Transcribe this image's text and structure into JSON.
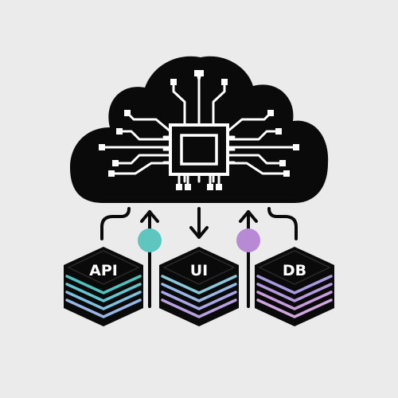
{
  "colors": {
    "background": "#ebebeb",
    "ink": "#0a0a0a",
    "teal": "#5ec6be",
    "purple": "#b88ad6",
    "label": "#ffffff"
  },
  "cloud": {
    "icon": "cloud-with-processor-chip-icon"
  },
  "stacks": [
    {
      "id": "api",
      "label": "API",
      "stripe_colors": [
        "#4fc3c0",
        "#63c5cf",
        "#7fbfe0",
        "#98b6e6"
      ]
    },
    {
      "id": "ui",
      "label": "UI",
      "stripe_colors": [
        "#8ac7d9",
        "#98b8e6",
        "#a9a7e6",
        "#b9a0e2"
      ]
    },
    {
      "id": "db",
      "label": "DB",
      "stripe_colors": [
        "#a99bdf",
        "#b69ae0",
        "#c79bdc",
        "#d0a6de"
      ]
    }
  ],
  "connectors": [
    {
      "id": "left-curve",
      "icon": "curved-line-icon"
    },
    {
      "id": "arrow-up-api",
      "icon": "arrow-up-icon",
      "node_color": "#5ec6be"
    },
    {
      "id": "arrow-down",
      "icon": "arrow-down-icon"
    },
    {
      "id": "arrow-up-db",
      "icon": "arrow-up-icon",
      "node_color": "#b88ad6"
    },
    {
      "id": "right-curve",
      "icon": "curved-line-icon"
    }
  ]
}
